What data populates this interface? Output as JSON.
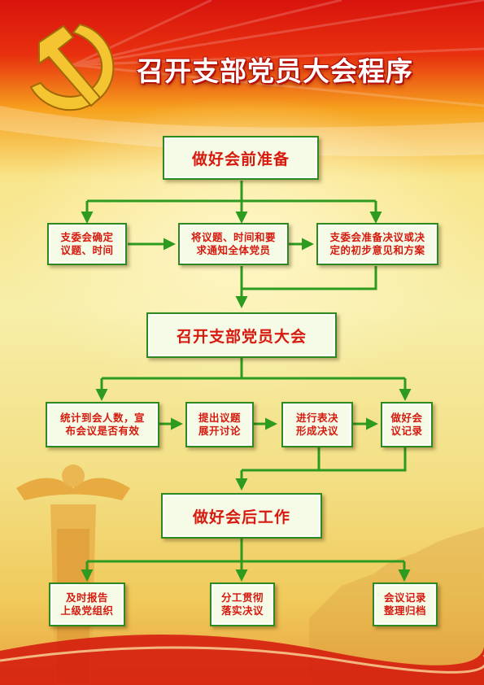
{
  "title": "召开支部党员大会程序",
  "colors": {
    "line": "#2d9a20",
    "text": "#d61a10",
    "box_border": "#2d8a1f",
    "box_fill": "#f5fbe6"
  },
  "sections": {
    "before": {
      "heading": "做好会前准备",
      "steps": [
        "支委会确定\n议题、时间",
        "将议题、时间和要\n求通知全体党员",
        "支委会准备决议或决\n定的初步意见和方案"
      ]
    },
    "meeting": {
      "heading": "召开支部党员大会",
      "steps": [
        "统计到会人数，宣\n布会议是否有效",
        "提出议题\n展开讨论",
        "进行表决\n形成决议",
        "做好会\n议记录"
      ]
    },
    "after": {
      "heading": "做好会后工作",
      "steps": [
        "及时报告\n上级党组织",
        "分工贯彻\n落实决议",
        "会议记录\n整理归档"
      ]
    }
  }
}
